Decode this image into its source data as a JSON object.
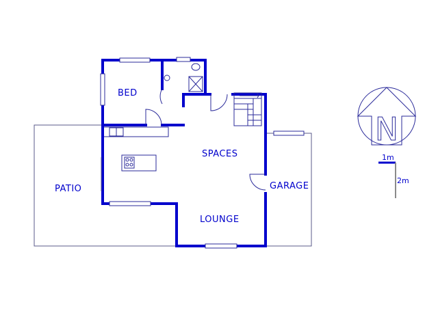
{
  "rooms": {
    "bed": "BED",
    "spaces": "SPACES",
    "patio": "PATIO",
    "garage": "GARAGE",
    "lounge": "LOUNGE"
  },
  "compass": {
    "letter": "N"
  },
  "scale": {
    "horizontal": "1m",
    "vertical": "2m"
  },
  "colors": {
    "walls": "#0000cc",
    "labels": "#0000cc",
    "outline": "#5a5a8a",
    "background": "#ffffff"
  }
}
